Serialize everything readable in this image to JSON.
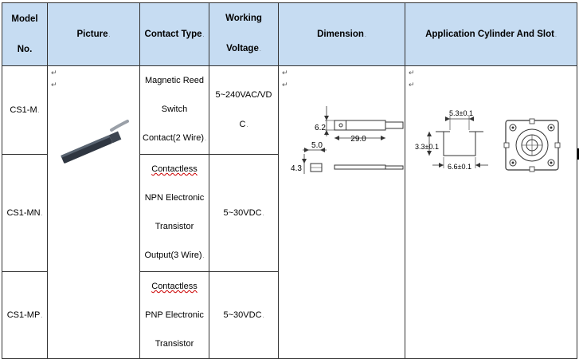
{
  "headers": {
    "model_line1": "Model",
    "model_line2": "No.",
    "picture": "Picture",
    "contact_type": "Contact Type",
    "voltage_line1": "Working",
    "voltage_line2": "Voltage",
    "dimension": "Dimension",
    "application": "Application Cylinder And Slot"
  },
  "rows": [
    {
      "model": "CS1-M",
      "contact_lines": [
        "Magnetic Reed",
        "Switch",
        "Contact(2 Wire)"
      ],
      "voltage_lines": [
        "5~240VAC/VD",
        "C"
      ]
    },
    {
      "model": "CS1-MN",
      "contact_lines": [
        "Contactless",
        "NPN Electronic",
        "Transistor",
        "Output(3 Wire)"
      ],
      "voltage_lines": [
        "5~30VDC"
      ]
    },
    {
      "model": "CS1-MP",
      "contact_lines": [
        "Contactless",
        "PNP Electronic",
        "Transistor"
      ],
      "voltage_lines": [
        "5~30VDC"
      ]
    }
  ],
  "dimension_labels": {
    "h1": "6.2",
    "len": "29.0",
    "w": "5.0",
    "h2": "4.3"
  },
  "slot_labels": {
    "top": "5.3±0.1",
    "side": "3.3±0.1",
    "bottom": "6.6±0.1"
  },
  "marks": {
    "para": "↵",
    "cell_end": "."
  }
}
